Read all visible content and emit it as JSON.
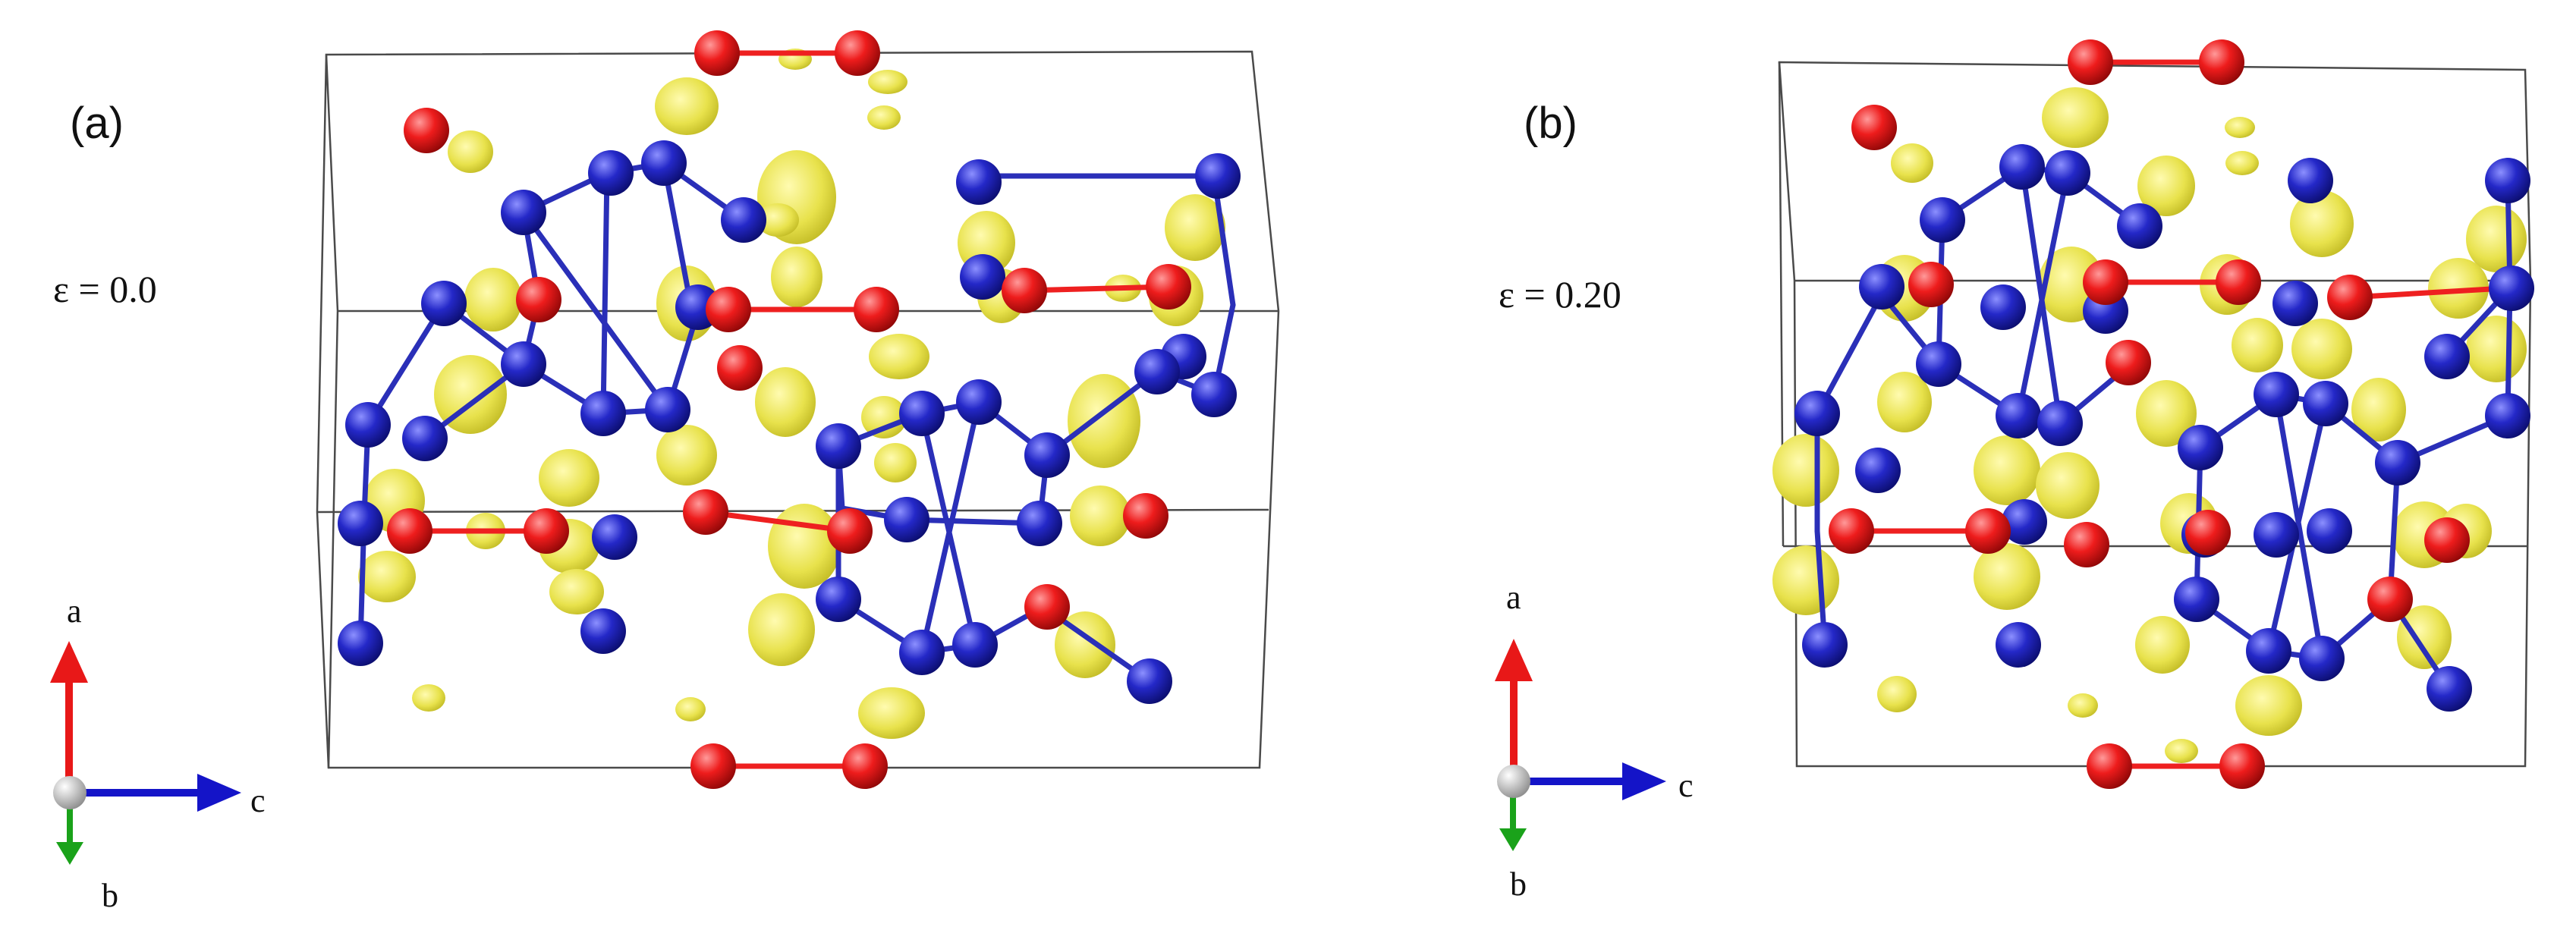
{
  "panels": [
    {
      "label": "(a)",
      "strain_text": "ε = 0.0"
    },
    {
      "label": "(b)",
      "strain_text": "ε = 0.20"
    }
  ],
  "axes": {
    "a": "a",
    "b": "b",
    "c": "c"
  },
  "colors": {
    "boron_atom": "#1f22b8",
    "oxygen_atom": "#ee1c1c",
    "isosurface": "#e6e04a",
    "axis_a": "#e81818",
    "axis_b": "#1aa21a",
    "axis_c": "#1414c8",
    "cell_edge": "#4a4a4a"
  }
}
